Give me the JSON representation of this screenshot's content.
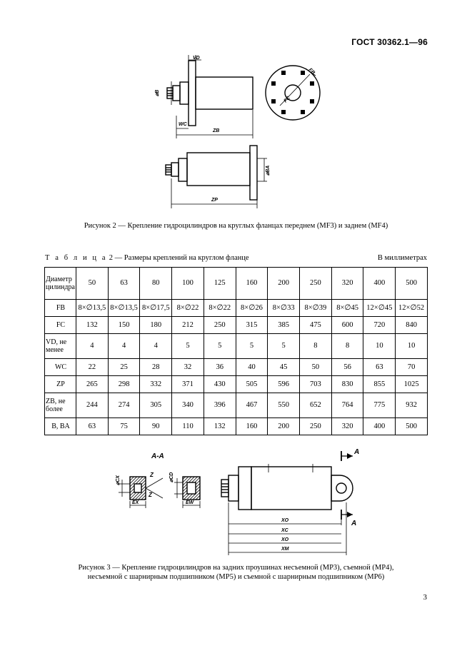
{
  "header": {
    "standard": "ГОСТ 30362.1—96"
  },
  "figure2": {
    "labels": {
      "vd": "VD",
      "wc": "WC",
      "zb": "ZB",
      "fb": "FB",
      "fc": "FC",
      "b": "⌀B",
      "ba": "⌀BA",
      "zp": "ZP"
    },
    "caption": "Рисунок  2 — Крепление гидроцилиндров на круглых фланцах переднем (MF3) и заднем (MF4)"
  },
  "table": {
    "title_prefix": "Т а б л и ц а",
    "title_rest": " 2 — Размеры креплений на круглом фланце",
    "units": "В миллиметрах",
    "header_label": "Диаметр цилиндра",
    "diameters": [
      "50",
      "63",
      "80",
      "100",
      "125",
      "160",
      "200",
      "250",
      "320",
      "400",
      "500"
    ],
    "rows": [
      {
        "label": "FB",
        "values": [
          "8×∅13,5",
          "8×∅13,5",
          "8×∅17,5",
          "8×∅22",
          "8×∅22",
          "8×∅26",
          "8×∅33",
          "8×∅39",
          "8×∅45",
          "12×∅45",
          "12×∅52"
        ]
      },
      {
        "label": "FC",
        "values": [
          "132",
          "150",
          "180",
          "212",
          "250",
          "315",
          "385",
          "475",
          "600",
          "720",
          "840"
        ]
      },
      {
        "label": "VD, не менее",
        "values": [
          "4",
          "4",
          "4",
          "5",
          "5",
          "5",
          "5",
          "8",
          "8",
          "10",
          "10"
        ]
      },
      {
        "label": "WC",
        "values": [
          "22",
          "25",
          "28",
          "32",
          "36",
          "40",
          "45",
          "50",
          "56",
          "63",
          "70"
        ]
      },
      {
        "label": "ZP",
        "values": [
          "265",
          "298",
          "332",
          "371",
          "430",
          "505",
          "596",
          "703",
          "830",
          "855",
          "1025"
        ]
      },
      {
        "label": "ZB, не более",
        "values": [
          "244",
          "274",
          "305",
          "340",
          "396",
          "467",
          "550",
          "652",
          "764",
          "775",
          "932"
        ]
      },
      {
        "label": "B, BA",
        "values": [
          "63",
          "75",
          "90",
          "110",
          "132",
          "160",
          "200",
          "250",
          "320",
          "400",
          "500"
        ]
      }
    ]
  },
  "figure3": {
    "labels": {
      "section": "A-A",
      "a_top": "A",
      "a_bottom": "A",
      "cx": "⌀CX",
      "cd": "⌀CD",
      "z1": "Z",
      "z2": "Z",
      "ex": "EX",
      "ew": "EW",
      "xo": "XO",
      "xc": "XC",
      "xq": "XO",
      "xm": "XM"
    },
    "caption_line1": "Рисунок  3 — Крепление гидроцилиндров на задних проушинах несъемной (MP3), съемной (MP4),",
    "caption_line2": "несъемной с шарнирным подшипником (MP5) и съемной с шарнирным подшипником (MP6)"
  },
  "page_number": "3"
}
